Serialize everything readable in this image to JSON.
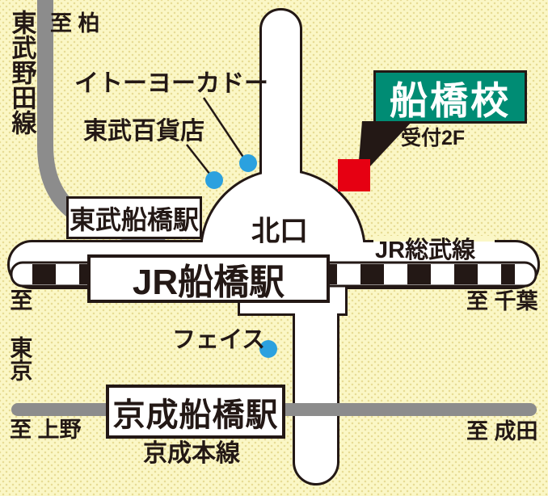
{
  "labels": {
    "tobu_noda_line": "東武野田線",
    "to_kashiwa": "至 柏",
    "ito_yokado": "イトーヨーカドー",
    "tobu_department_store": "東武百貨店",
    "school_name": "船橋校",
    "reception": "受付2F",
    "tobu_funabashi_station": "東武船橋駅",
    "north_exit": "北口",
    "jr_sobu_line": "JR総武線",
    "jr_funabashi_station": "JR船橋駅",
    "to_tokyo": "至 東京",
    "to_chiba": "至 千葉",
    "face_building": "フェイス",
    "keisei_funabashi_station": "京成船橋駅",
    "to_ueno": "至 上野",
    "to_narita": "至 成田",
    "keisei_main_line": "京成本線"
  },
  "colors": {
    "background": "#FBF7C6",
    "road": "#FFFFFF",
    "outline": "#231815",
    "rail_gray": "#8C8C8C",
    "marker_blue": "#2BA1DF",
    "marker_red": "#E60012",
    "school_green": "#008C74",
    "school_text": "#FFFFFF"
  }
}
